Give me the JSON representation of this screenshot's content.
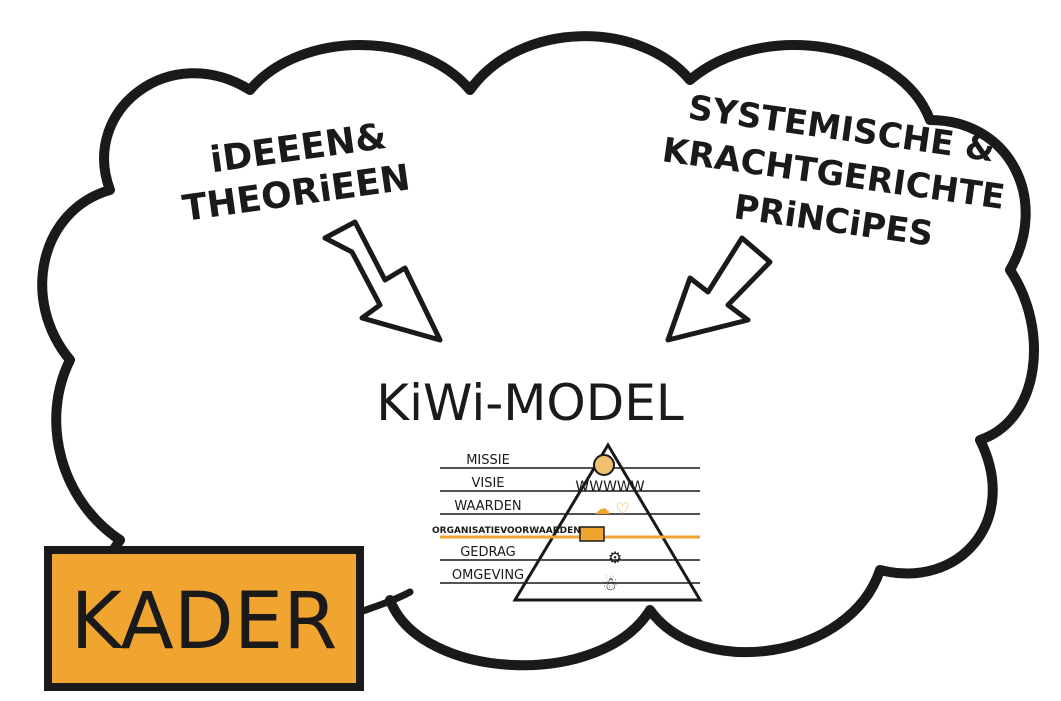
{
  "colors": {
    "ink": "#1a1a1a",
    "accent": "#f0a530",
    "background": "#ffffff"
  },
  "left_idea": {
    "line1": "iDEEEN&",
    "line2": "THEORiEEN"
  },
  "right_idea": {
    "line1": "SYSTEMISCHE &",
    "line2": "KRACHTGERICHTE",
    "line3": "PRiNCiPES"
  },
  "center_title": "KiWi-MODEL",
  "pyramid_levels": [
    {
      "label": "MISSIE",
      "highlight": false
    },
    {
      "label": "VISIE",
      "highlight": false
    },
    {
      "label": "WAARDEN",
      "highlight": false
    },
    {
      "label": "ORGANISATIEVOORWAARDEN",
      "highlight": true
    },
    {
      "label": "GEDRAG",
      "highlight": false
    },
    {
      "label": "OMGEVING",
      "highlight": false
    }
  ],
  "frame_label": "KADER"
}
